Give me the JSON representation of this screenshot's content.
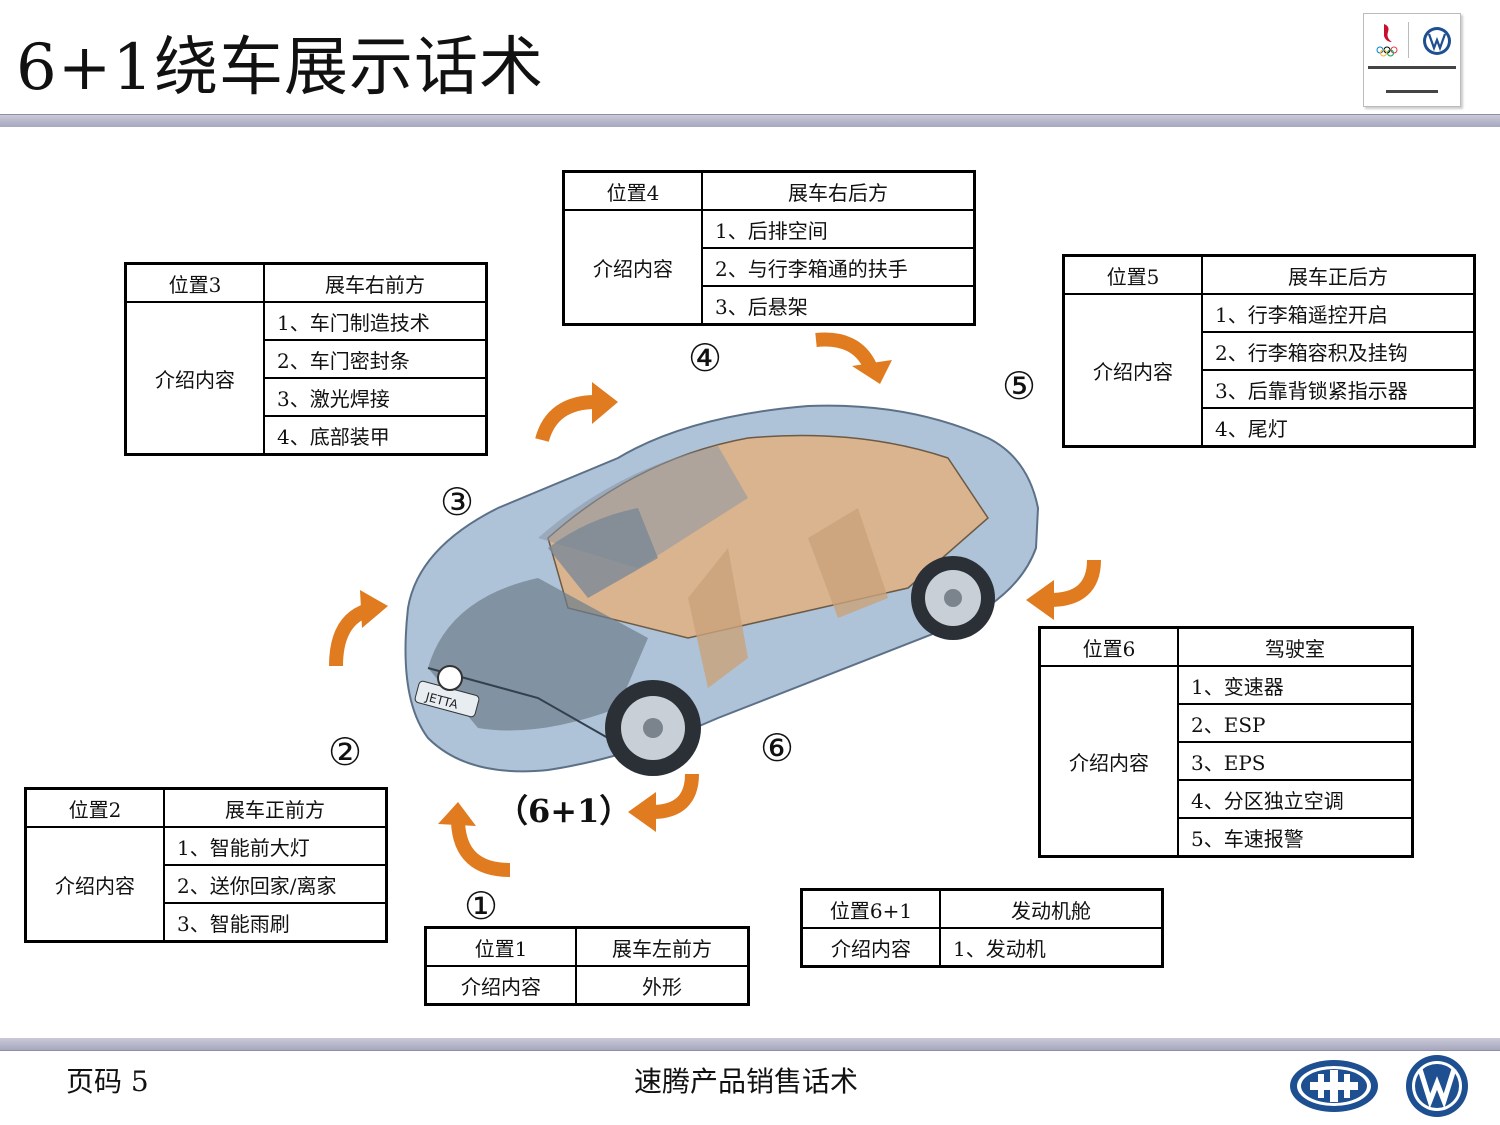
{
  "title": "6+1绕车展示话术",
  "stations": {
    "p3": {
      "label": "位置3",
      "position": "展车右前方",
      "intro": "介绍内容",
      "items": [
        "1、车门制造技术",
        "2、车门密封条",
        "3、激光焊接",
        "4、底部装甲"
      ]
    },
    "p4": {
      "label": "位置4",
      "position": "展车右后方",
      "intro": "介绍内容",
      "items": [
        "1、后排空间",
        "2、与行李箱通的扶手",
        "3、后悬架"
      ]
    },
    "p5": {
      "label": "位置5",
      "position": "展车正后方",
      "intro": "介绍内容",
      "items": [
        "1、行李箱遥控开启",
        "2、行李箱容积及挂钩",
        "3、后靠背锁紧指示器",
        "4、尾灯"
      ]
    },
    "p6": {
      "label": "位置6",
      "position": "驾驶室",
      "intro": "介绍内容",
      "items": [
        "1、变速器",
        "2、ESP",
        "3、EPS",
        "4、分区独立空调",
        "5、车速报警"
      ]
    },
    "p2": {
      "label": "位置2",
      "position": "展车正前方",
      "intro": "介绍内容",
      "items": [
        "1、智能前大灯",
        "2、送你回家/离家",
        "3、智能雨刷"
      ]
    },
    "p1": {
      "label": "位置1",
      "position": "展车左前方",
      "intro": "介绍内容",
      "items": [
        "外形"
      ]
    },
    "p61": {
      "label": "位置6+1",
      "position": "发动机舱",
      "intro": "介绍内容",
      "items": [
        "1、发动机"
      ]
    }
  },
  "markers": {
    "m1": "①",
    "m2": "②",
    "m3": "③",
    "m4": "④",
    "m5": "⑤",
    "m6": "⑥"
  },
  "center_label": "（6+1）",
  "car_badge": "JETTA",
  "footer": {
    "page": "页码 5",
    "title": "速腾产品销售话术"
  },
  "colors": {
    "arrow": "#e07b1f",
    "car_body": "#a9bfd6",
    "interior": "#d9b48f"
  }
}
